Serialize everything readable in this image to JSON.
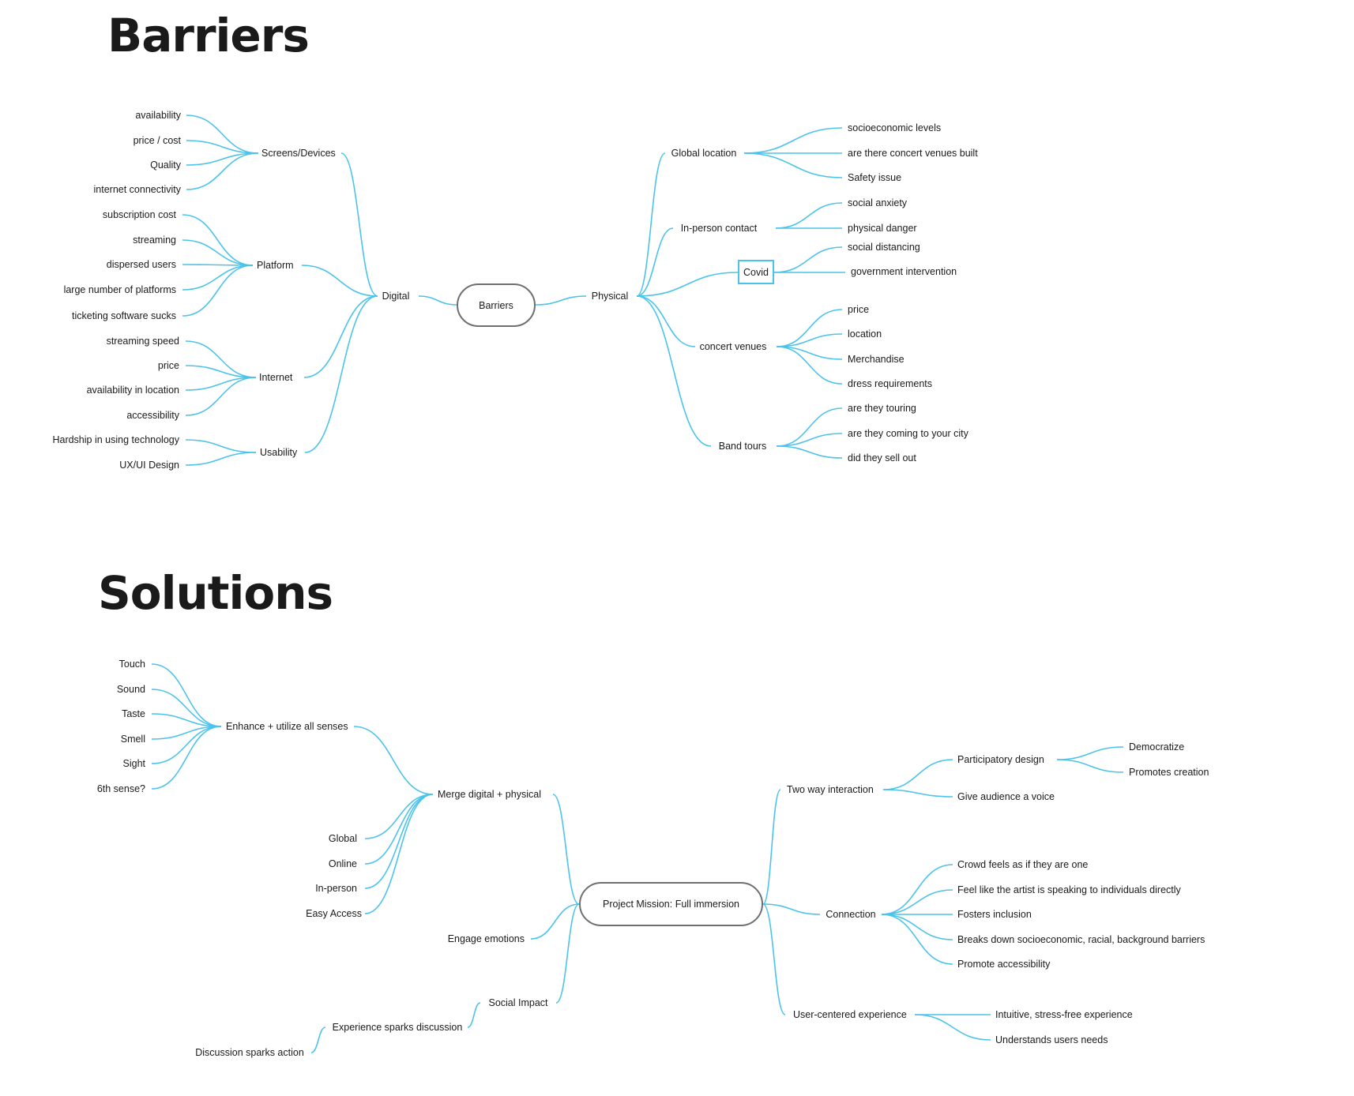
{
  "barriers": {
    "heading": "Barriers",
    "root": "Barriers",
    "digital": {
      "label": "Digital",
      "screens": {
        "label": "Screens/Devices",
        "items": [
          "availability",
          "price / cost",
          "Quality",
          "internet connectivity"
        ]
      },
      "platform": {
        "label": "Platform",
        "items": [
          "subscription cost",
          "streaming",
          "dispersed users",
          "large number of platforms",
          "ticketing software sucks"
        ]
      },
      "internet": {
        "label": "Internet",
        "items": [
          "streaming speed",
          "price",
          "availability in location",
          "accessibility"
        ]
      },
      "usability": {
        "label": "Usability",
        "items": [
          "Hardship in using technology",
          "UX/UI Design"
        ]
      }
    },
    "physical": {
      "label": "Physical",
      "global_location": {
        "label": "Global location",
        "items": [
          "socioeconomic levels",
          "are there concert venues built",
          "Safety issue"
        ]
      },
      "in_person": {
        "label": "In-person contact",
        "items": [
          "social anxiety",
          "physical danger"
        ]
      },
      "covid": {
        "label": "Covid",
        "items": [
          "social distancing",
          "government intervention"
        ]
      },
      "venues": {
        "label": "concert venues",
        "items": [
          "price",
          "location",
          "Merchandise",
          "dress requirements"
        ]
      },
      "band_tours": {
        "label": "Band tours",
        "items": [
          "are they touring",
          "are they coming to your city",
          "did they sell out"
        ]
      }
    }
  },
  "solutions": {
    "heading": "Solutions",
    "root": "Project Mission: Full immersion",
    "merge": {
      "label": "Merge digital + physical",
      "senses": {
        "label": "Enhance + utilize all senses",
        "items": [
          "Touch",
          "Sound",
          "Taste",
          "Smell",
          "Sight",
          "6th sense?"
        ]
      },
      "items": [
        "Global",
        "Online",
        "In-person",
        "Easy Access"
      ]
    },
    "engage": "Engage emotions",
    "social": {
      "label": "Social Impact",
      "discussion": "Experience sparks discussion",
      "action": "Discussion sparks action"
    },
    "two_way": {
      "label": "Two way interaction",
      "participatory": {
        "label": "Participatory design",
        "items": [
          "Democratize",
          "Promotes creation"
        ]
      },
      "voice": "Give audience a voice"
    },
    "connection": {
      "label": "Connection",
      "items": [
        "Crowd feels as if they are one",
        "Feel like the artist is speaking to individuals directly",
        "Fosters inclusion",
        "Breaks down socioeconomic, racial, background barriers",
        "Promote accessibility"
      ]
    },
    "user_centered": {
      "label": "User-centered experience",
      "items": [
        "Intuitive, stress-free experience",
        "Understands users needs"
      ]
    }
  },
  "colors": {
    "connector": "#4cc3ea",
    "root_border": "#6f6f6f",
    "text": "#1a1a1a"
  }
}
